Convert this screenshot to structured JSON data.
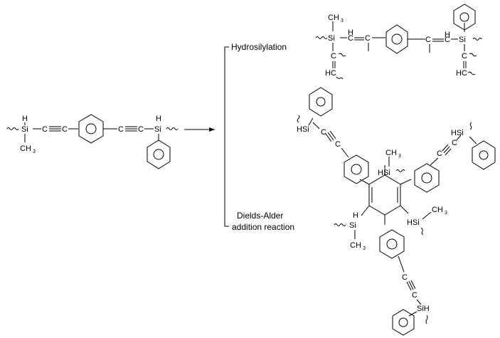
{
  "labels": {
    "hydrosilylation": "Hydrosilylation",
    "diels_alder_line1": "Dields-Alder",
    "diels_alder_line2": "addition reaction"
  },
  "atoms": {
    "si": "Si",
    "h": "H",
    "c": "C",
    "ch": "CH",
    "hc": "HC",
    "ch3": "CH",
    "sub3": "3",
    "hsi": "HSi",
    "sih": "SiH"
  }
}
